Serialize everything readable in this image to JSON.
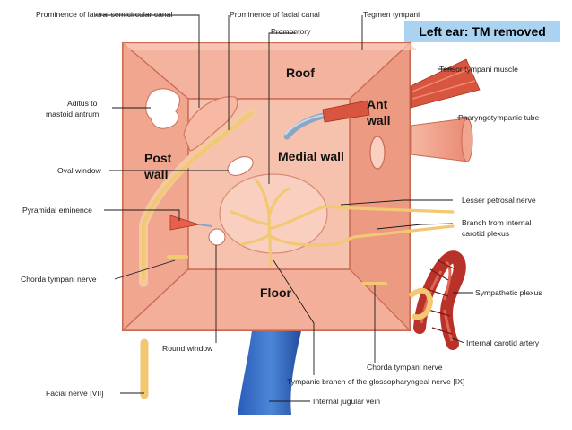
{
  "badge": "Left ear: TM removed",
  "walls": {
    "roof": "Roof",
    "ant": [
      "Ant",
      "wall"
    ],
    "post": [
      "Post",
      "wall"
    ],
    "medial": "Medial wall",
    "floor": "Floor"
  },
  "labels": {
    "lateral_canal": "Prominence of lateral semicircular canal",
    "facial_canal": "Prominence of facial canal",
    "promontory": "Promontory",
    "tegmen": "Tegmen tympani",
    "tensor": "Tensor tympani muscle",
    "pharyngotympanic": "Pharyngotympanic tube",
    "aditus": [
      "Aditus to",
      "mastoid antrum"
    ],
    "oval_window": "Oval window",
    "pyramidal": "Pyramidal eminence",
    "chorda_left": "Chorda tympani nerve",
    "lesser_petrosal": "Lesser petrosal nerve",
    "carotid_branch": [
      "Branch from internal",
      "carotid plexus"
    ],
    "sympathetic": "Sympathetic plexus",
    "carotid_artery": "Internal carotid artery",
    "round_window": "Round window",
    "chorda_right": "Chorda tympani nerve",
    "facial_nerve": "Facial nerve [VII]",
    "tympanic_branch": "Tympanic branch of the glossopharyngeal nerve [IX]",
    "jugular": "Internal jugular vein"
  },
  "colors": {
    "box_fill": "#f0a88f",
    "box_edge": "#c96b55",
    "inner_fill": "#f7c2ad",
    "nerve": "#f2c872",
    "muscle": "#d8553f",
    "vein": "#2f62b8",
    "artery": "#c43a2a",
    "badge": "#a9d3f0"
  }
}
